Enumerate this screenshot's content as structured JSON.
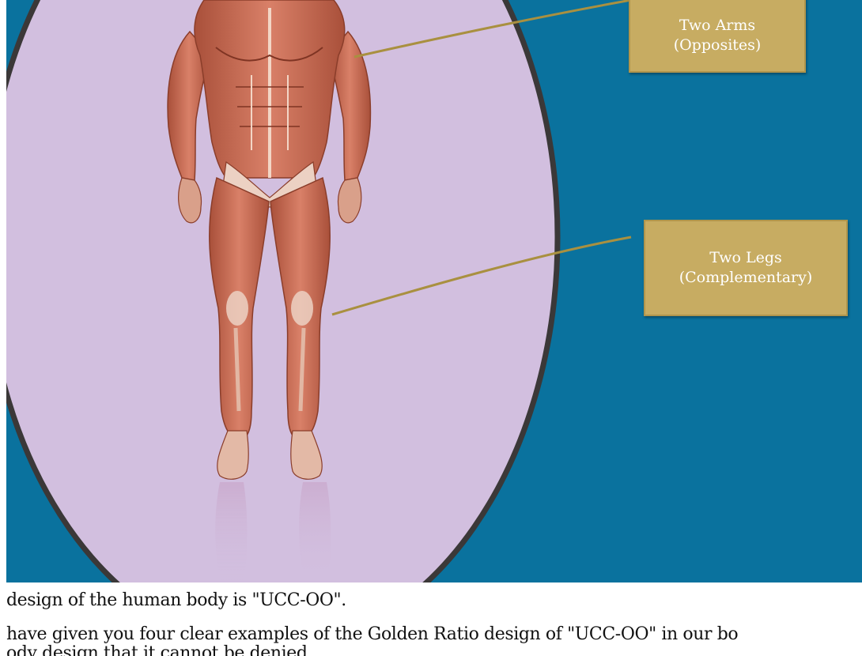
{
  "figure": {
    "callout_arms": {
      "line1": "Two Arms",
      "line2": "(Opposites)"
    },
    "callout_legs": {
      "line1": "Two Legs",
      "line2": "(Complementary)"
    },
    "colors": {
      "background": "#0a729e",
      "oval": "#d2bfdf",
      "oval_border": "#3b3838",
      "callout": "#c7ac62",
      "leader_line": "#a99040",
      "muscle": "#c56a4c"
    }
  },
  "text": {
    "line1": "design of the human body is \"UCC-OO\".",
    "line2": "have given you four clear examples of the Golden Ratio design of \"UCC-OO\" in our bo",
    "line3": "ody design that it cannot be denied."
  }
}
